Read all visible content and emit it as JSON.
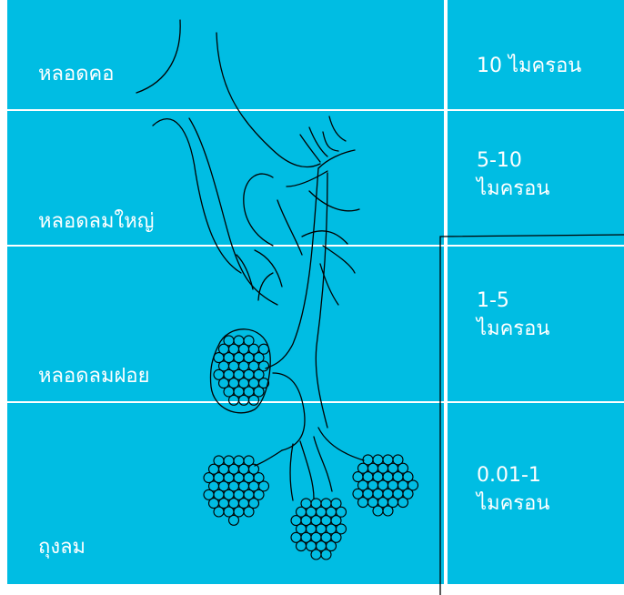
{
  "colors": {
    "background": "#00bde3",
    "text": "#ffffff",
    "lines": "#ffffff",
    "drawing": "#000000"
  },
  "rows": [
    {
      "label": "หลอดคอ",
      "size_line1": "10 ไมครอน",
      "size_line2": ""
    },
    {
      "label": "หลอดลมใหญ่",
      "size_line1": "5-10",
      "size_line2": "ไมครอน"
    },
    {
      "label": "หลอดลมฝอย",
      "size_line1": "1-5",
      "size_line2": "ไมครอน"
    },
    {
      "label": "ถุงลม",
      "size_line1": "0.01-1",
      "size_line2": "ไมครอน"
    }
  ]
}
